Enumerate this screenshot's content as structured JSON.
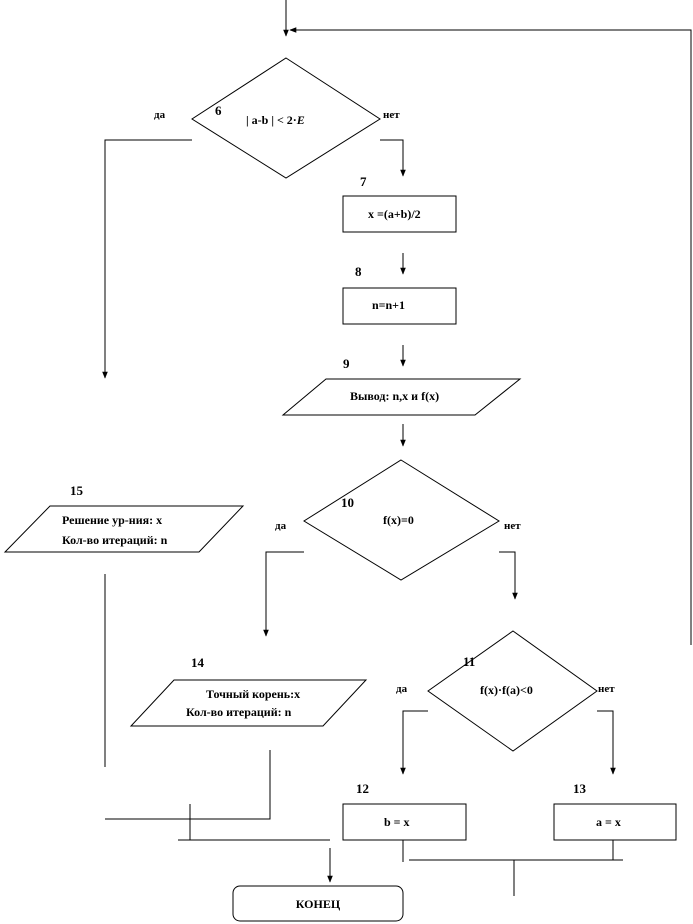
{
  "blocks": {
    "b6": {
      "number": "6",
      "text": "| a-b | < 2·",
      "text_var": "E",
      "yes": "да",
      "no": "нет"
    },
    "b7": {
      "number": "7",
      "text": "x =(a+b)/2"
    },
    "b8": {
      "number": "8",
      "text": "n=n+1"
    },
    "b9": {
      "number": "9",
      "text": "Вывод: n,x и f(x)"
    },
    "b10": {
      "number": "10",
      "text": "f(x)=0",
      "yes": "да",
      "no": "нет"
    },
    "b11": {
      "number": "11",
      "text": "f(x)·f(a)<0",
      "yes": "да",
      "no": "нет"
    },
    "b12": {
      "number": "12",
      "text": "b = x"
    },
    "b13": {
      "number": "13",
      "text": "a = x"
    },
    "b14": {
      "number": "14",
      "line1": "Точный корень:x",
      "line2": "Кол-во итераций: n"
    },
    "b15": {
      "number": "15",
      "line1": "Решение ур-ния: x",
      "line2": "Кол-во итераций: n"
    },
    "end": {
      "text": "КОНЕЦ"
    }
  }
}
